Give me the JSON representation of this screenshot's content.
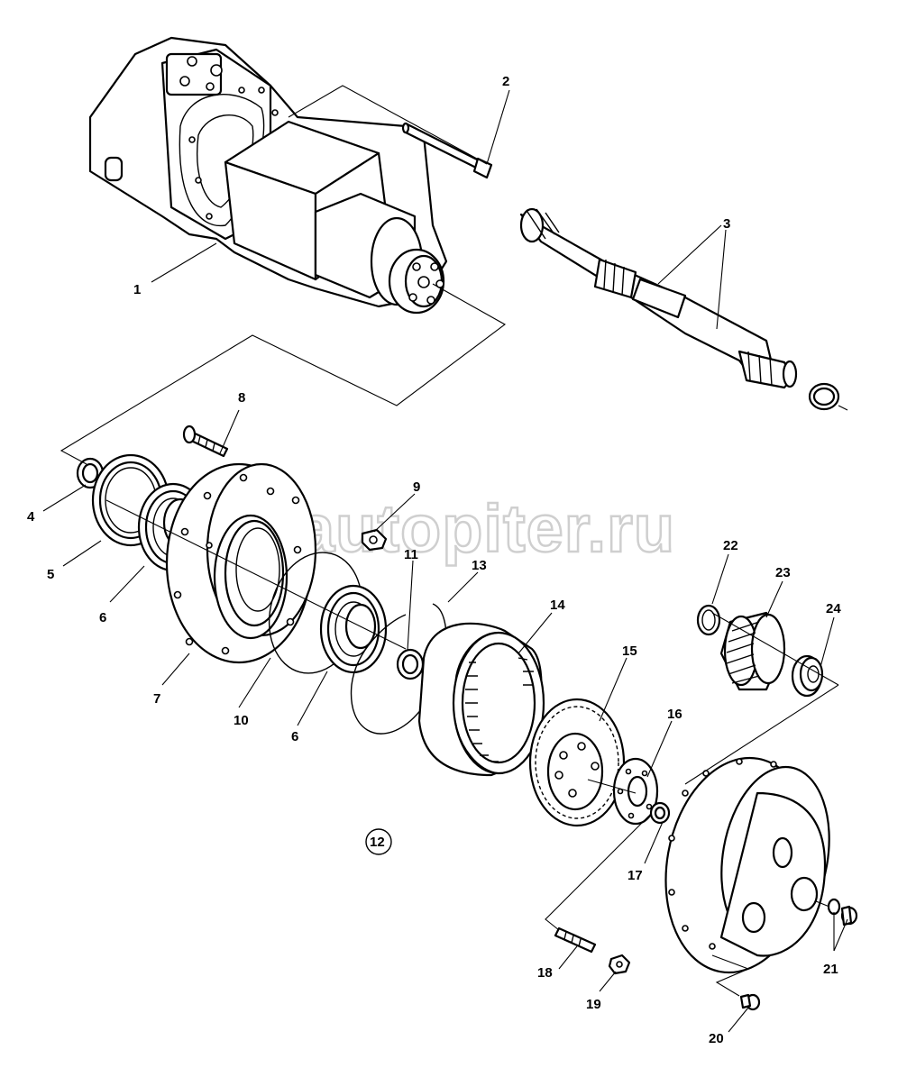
{
  "watermark": "autopiter.ru",
  "labels": {
    "p1": "1",
    "p2": "2",
    "p3": "3",
    "p4": "4",
    "p5": "5",
    "p6a": "6",
    "p6b": "6",
    "p7": "7",
    "p8": "8",
    "p9": "9",
    "p10": "10",
    "p11": "11",
    "p12": "12",
    "p13": "13",
    "p14": "14",
    "p15": "15",
    "p16": "16",
    "p17": "17",
    "p18": "18",
    "p19": "19",
    "p20": "20",
    "p21": "21",
    "p22": "22",
    "p23": "23",
    "p24": "24"
  }
}
